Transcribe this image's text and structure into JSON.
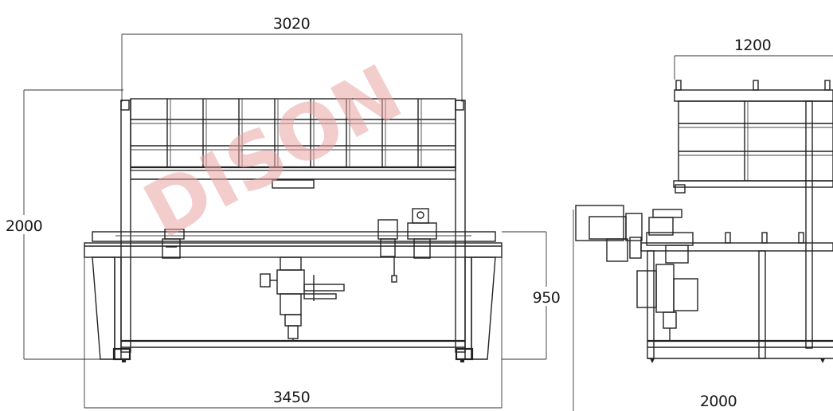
{
  "watermark": "DISON",
  "front_view": {
    "width_top": "3020",
    "width_bottom": "3450",
    "height_total": "2000",
    "height_table": "950"
  },
  "side_view": {
    "width_top": "1200",
    "width_bottom": "2000"
  }
}
